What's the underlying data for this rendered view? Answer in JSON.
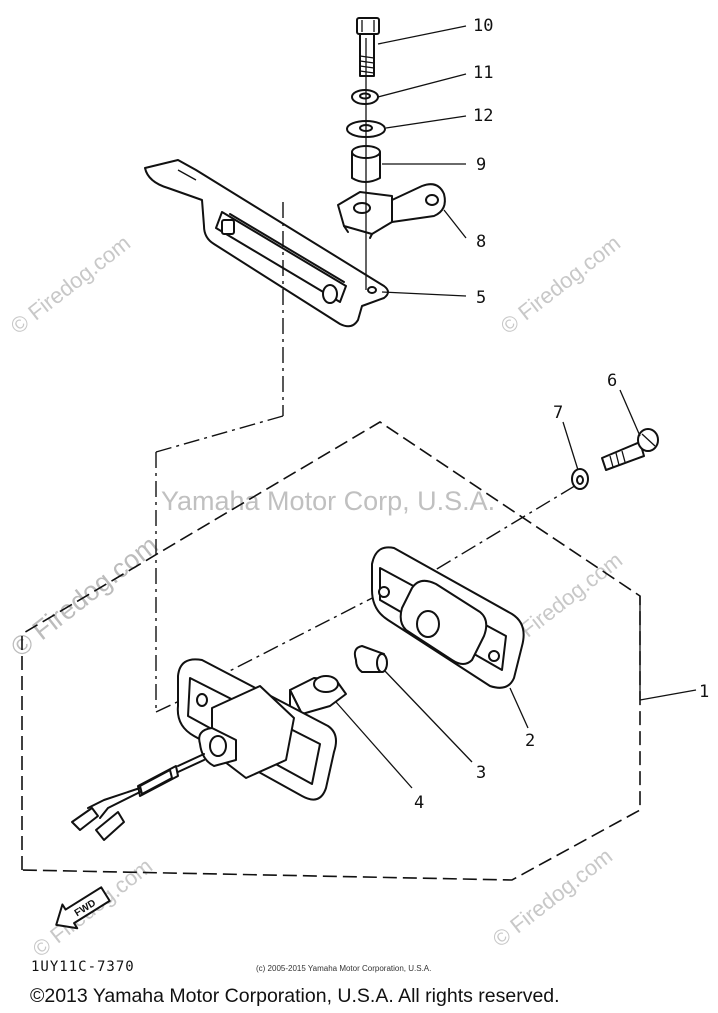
{
  "watermarks": {
    "firedog": "© Firedog.com",
    "yamaha": "Yamaha Motor Corp, U.S.A."
  },
  "callouts": {
    "c1": "1",
    "c2": "2",
    "c3": "3",
    "c4": "4",
    "c5": "5",
    "c6": "6",
    "c7": "7",
    "c8": "8",
    "c9": "9",
    "c10": "10",
    "c11": "11",
    "c12": "12"
  },
  "fwd_label": "FWD",
  "diagram_code": "1UY11C-7370",
  "small_copyright": "(c) 2005-2015 Yamaha Motor Corporation, U.S.A.",
  "footer_copyright": "©2013 Yamaha Motor Corporation, U.S.A. All rights reserved."
}
